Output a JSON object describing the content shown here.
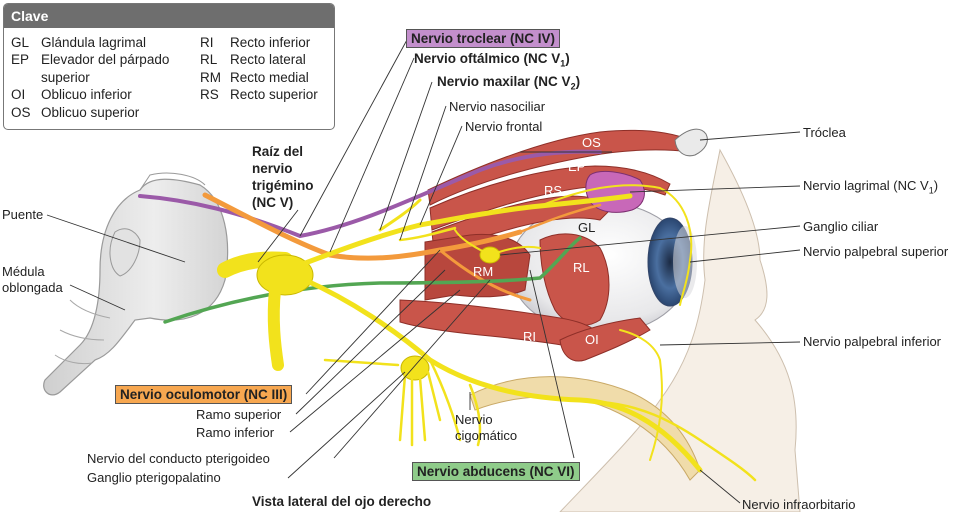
{
  "key": {
    "title": "Clave",
    "left": [
      {
        "abbr": "GL",
        "text": "Glándula lagrimal"
      },
      {
        "abbr": "EP",
        "text": "Elevador del párpado"
      },
      {
        "abbr": "",
        "text": "superior"
      },
      {
        "abbr": "OI",
        "text": "Oblicuo inferior"
      },
      {
        "abbr": "OS",
        "text": "Oblicuo superior"
      }
    ],
    "right": [
      {
        "abbr": "RI",
        "text": "Recto inferior"
      },
      {
        "abbr": "RL",
        "text": "Recto lateral"
      },
      {
        "abbr": "RM",
        "text": "Recto medial"
      },
      {
        "abbr": "RS",
        "text": "Recto superior"
      }
    ]
  },
  "labels": {
    "troclear": "Nervio troclear (NC IV)",
    "oftalmico": "Nervio oftálmico (NC V",
    "oftalmico_sub": "1",
    "oftalmico_end": ")",
    "maxilar": "Nervio maxilar (NC V",
    "maxilar_sub": "2",
    "maxilar_end": ")",
    "nasociliar": "Nervio nasociliar",
    "frontal": "Nervio frontal",
    "raiz": "Raíz del nervio trigémino (NC V)",
    "puente": "Puente",
    "medula": "Médula oblongada",
    "oculomotor": "Nervio oculomotor (NC III)",
    "ramo_superior": "Ramo superior",
    "ramo_inferior": "Ramo inferior",
    "pterigoideo": "Nervio del conducto pterigoideo",
    "pterigopalatino": "Ganglio pterigopalatino",
    "vista": "Vista lateral del ojo derecho",
    "cigomatico": "Nervio cigomático",
    "abducens": "Nervio abducens (NC VI)",
    "infraorbitario": "Nervio infraorbitario",
    "troclea": "Tróclea",
    "lagrimal": "Nervio lagrimal (NC V",
    "lagrimal_sub": "1",
    "lagrimal_end": ")",
    "ciliar": "Ganglio ciliar",
    "palp_sup": "Nervio palpebral superior",
    "palp_inf": "Nervio palpebral inferior"
  },
  "muscles": {
    "os": "OS",
    "ep": "EP",
    "rs": "RS",
    "gl": "GL",
    "rl": "RL",
    "rm": "RM",
    "ri": "RI",
    "oi": "OI"
  },
  "colors": {
    "trochlear": "#9b5aa8",
    "oculomotor": "#f39a3c",
    "trigeminal": "#f2e21c",
    "abducens": "#53a653",
    "muscle": "#c9554a",
    "gland": "#c868b8"
  }
}
